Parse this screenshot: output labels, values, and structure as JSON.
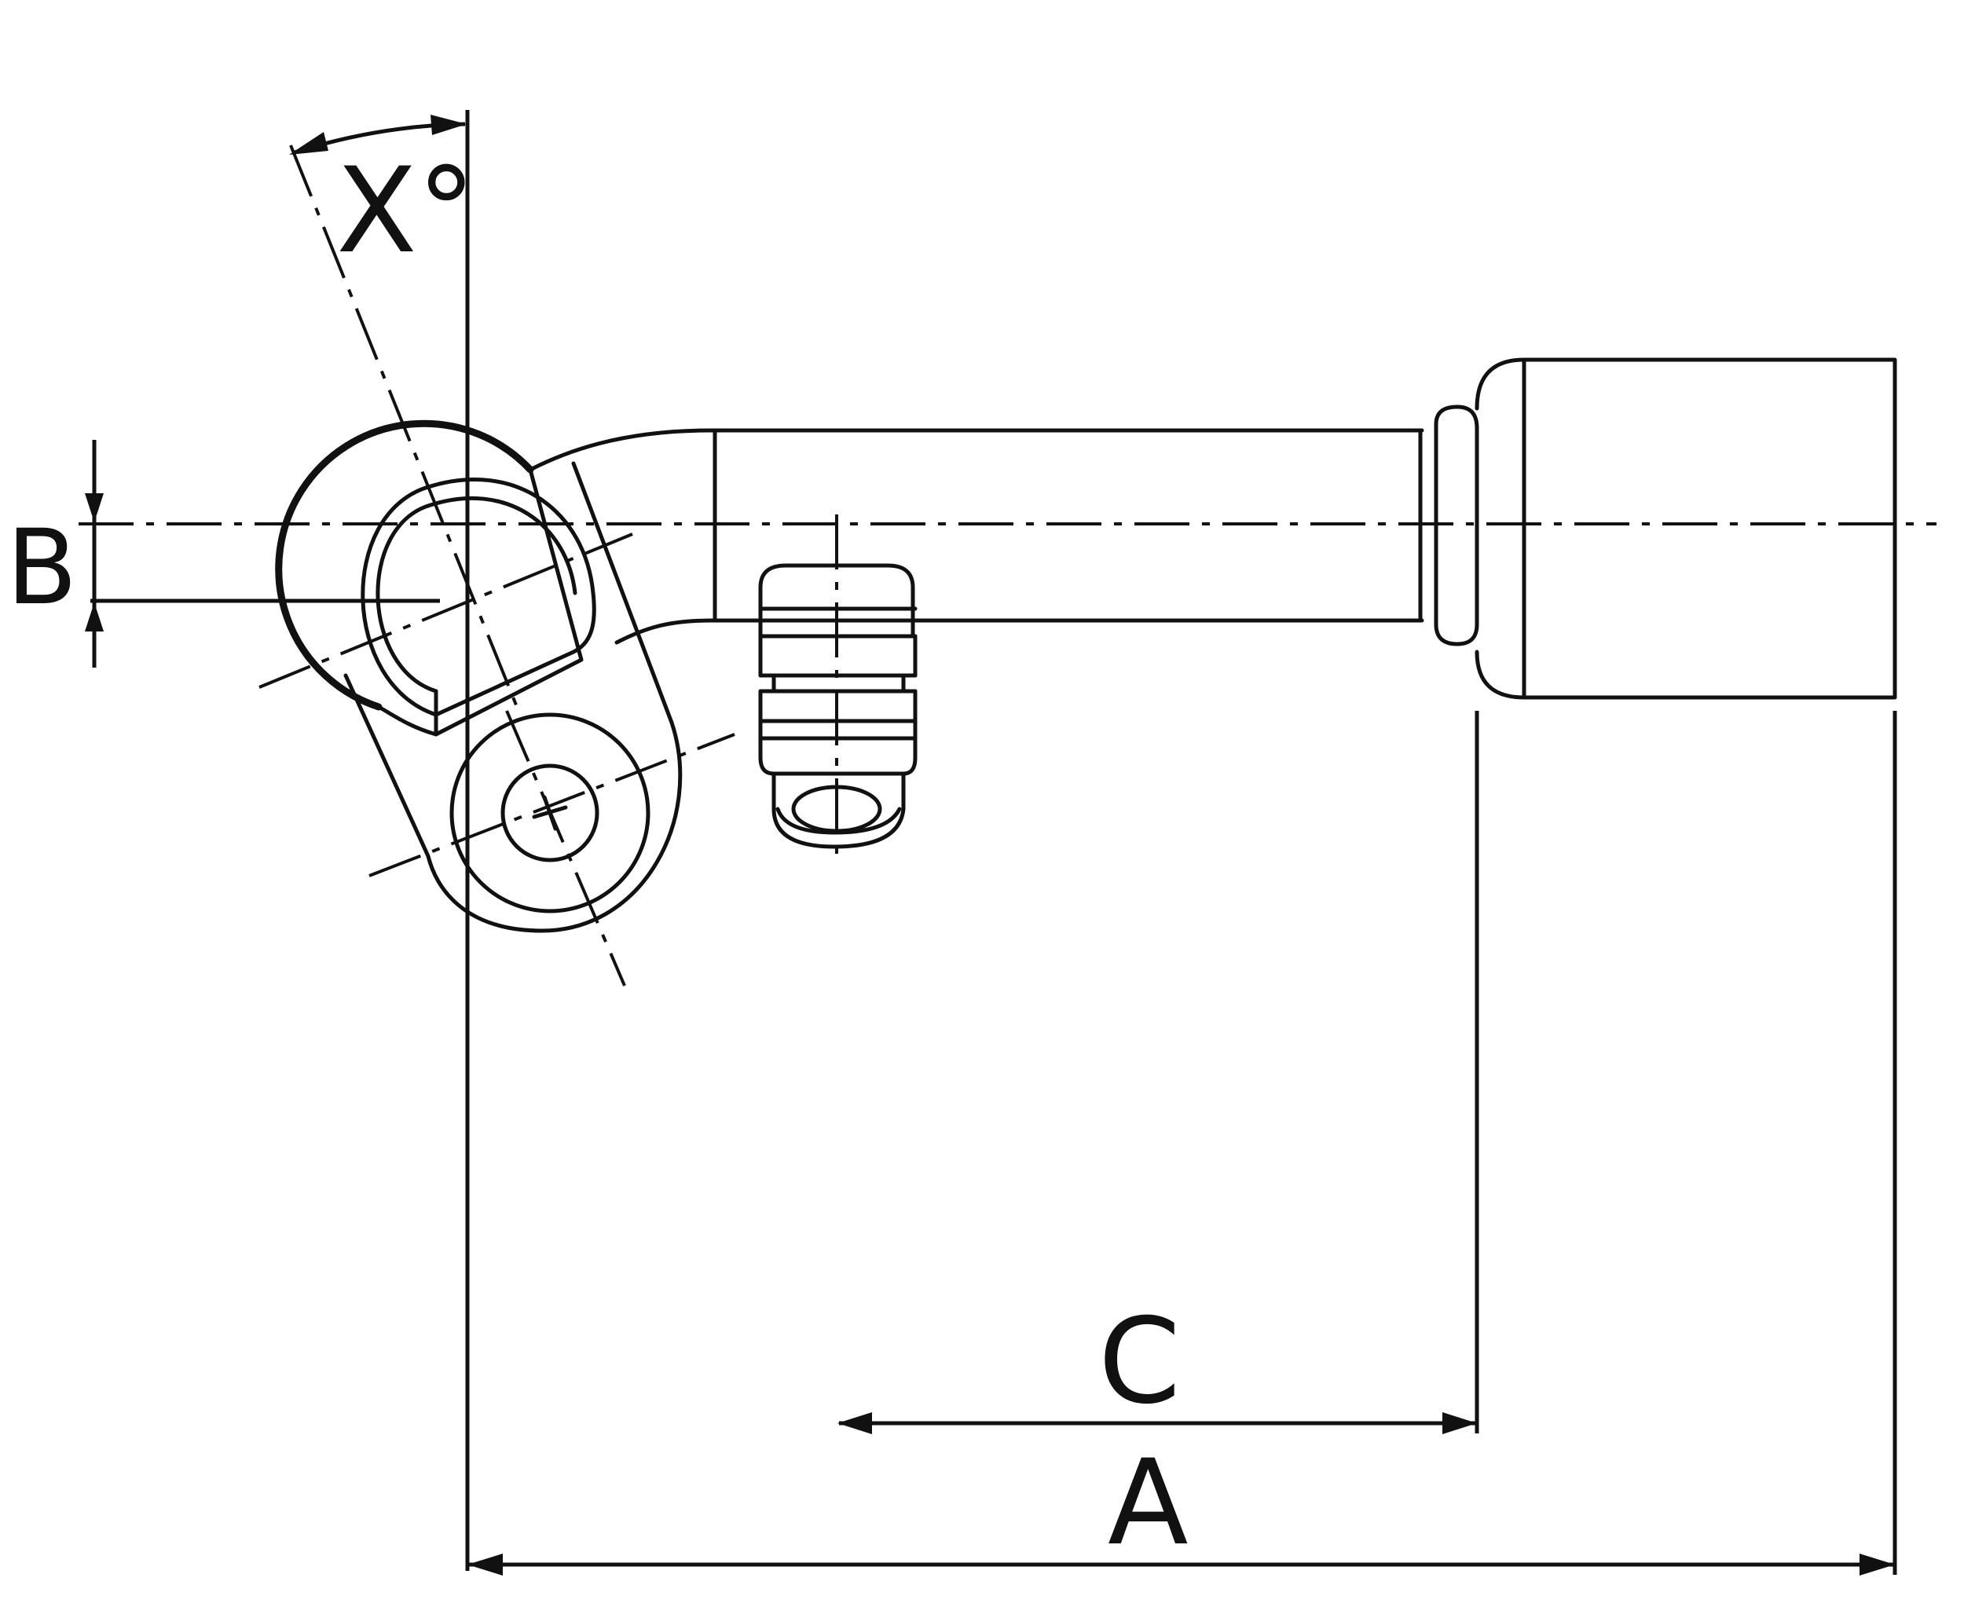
{
  "labels": {
    "angle": "X°",
    "offset": "B",
    "center_distance": "C",
    "overall_length": "A"
  },
  "colors": {
    "ink": "#111111",
    "paper": "#ffffff"
  }
}
